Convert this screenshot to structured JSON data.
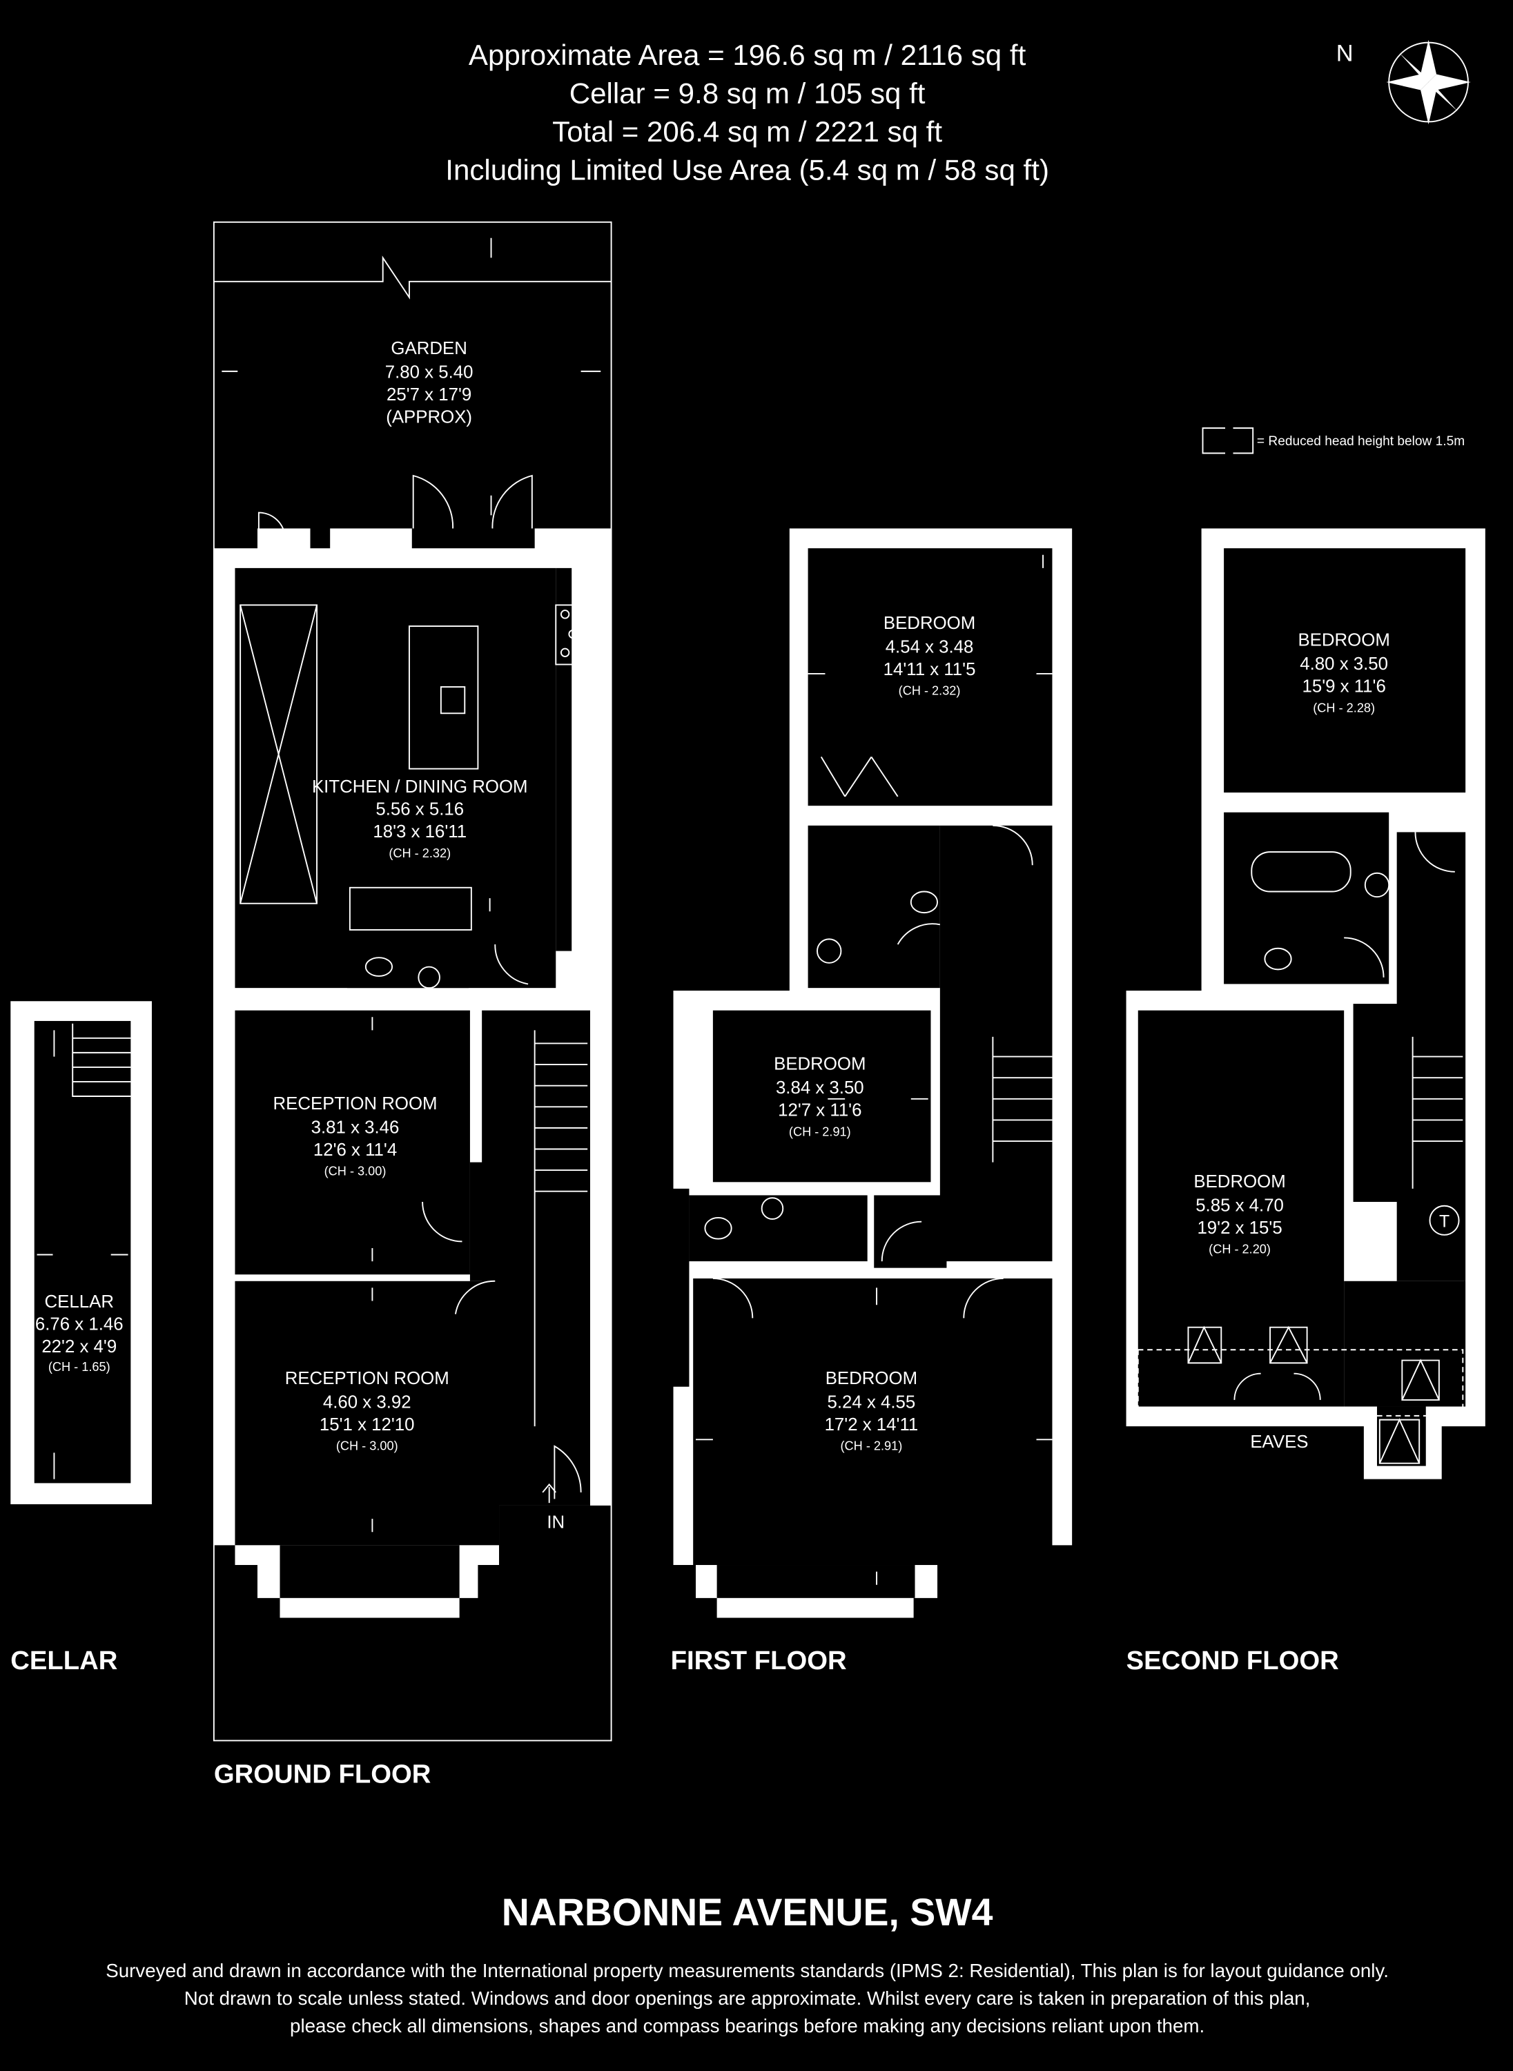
{
  "header": {
    "line1": "Approximate Area = 196.6 sq m / 2116 sq ft",
    "line2": "Cellar = 9.8 sq m / 105 sq ft",
    "line3": "Total = 206.4 sq m / 2221 sq ft",
    "line4": "Including Limited Use Area (5.4 sq m / 58 sq ft)"
  },
  "compass": {
    "label": "N"
  },
  "legend": {
    "text": "= Reduced head height below 1.5m"
  },
  "rooms": {
    "garden": {
      "name": "GARDEN",
      "metric": "7.80 x 5.40",
      "imperial": "25'7 x 17'9",
      "note": "(APPROX)"
    },
    "kitchen": {
      "name": "KITCHEN / DINING ROOM",
      "metric": "5.56 x 5.16",
      "imperial": "18'3 x 16'11",
      "ch": "(CH - 2.32)"
    },
    "reception1": {
      "name": "RECEPTION  ROOM",
      "metric": "3.81 x 3.46",
      "imperial": "12'6 x 11'4",
      "ch": "(CH - 3.00)"
    },
    "reception2": {
      "name": "RECEPTION ROOM",
      "metric": "4.60 x 3.92",
      "imperial": "15'1 x 12'10",
      "ch": "(CH - 3.00)"
    },
    "cellar": {
      "name": "CELLAR",
      "metric": "6.76 x 1.46",
      "imperial": "22'2 x 4'9",
      "ch": "(CH - 1.65)"
    },
    "ff_bed_rear": {
      "name": "BEDROOM",
      "metric": "4.54 x 3.48",
      "imperial": "14'11 x 11'5",
      "ch": "(CH - 2.32)"
    },
    "ff_bed_mid": {
      "name": "BEDROOM",
      "metric": "3.84 x 3.50",
      "imperial": "12'7 x 11'6",
      "ch": "(CH - 2.91)"
    },
    "ff_bed_front": {
      "name": "BEDROOM",
      "metric": "5.24 x 4.55",
      "imperial": "17'2 x 14'11",
      "ch": "(CH - 2.91)"
    },
    "sf_bed_rear": {
      "name": "BEDROOM",
      "metric": "4.80 x 3.50",
      "imperial": "15'9 x 11'6",
      "ch": "(CH - 2.28)"
    },
    "sf_bed_front": {
      "name": "BEDROOM",
      "metric": "5.85 x 4.70",
      "imperial": "19'2 x 15'5",
      "ch": "(CH - 2.20)"
    },
    "eaves": {
      "name": "EAVES"
    },
    "entrance": {
      "name": "IN"
    },
    "tank": {
      "name": "T"
    }
  },
  "floors": {
    "cellar": "CELLAR",
    "ground": "GROUND FLOOR",
    "first": "FIRST FLOOR",
    "second": "SECOND FLOOR"
  },
  "footer": {
    "title": "NARBONNE AVENUE, SW4",
    "disclaimer1": "Surveyed and drawn in accordance with the International property measurements standards (IPMS 2: Residential), This plan is for layout guidance only.",
    "disclaimer2": "Not drawn to scale unless stated. Windows and door openings are approximate. Whilst every care is taken in preparation of this plan,",
    "disclaimer3": "please check all dimensions, shapes and compass bearings before making any decisions reliant upon them."
  }
}
